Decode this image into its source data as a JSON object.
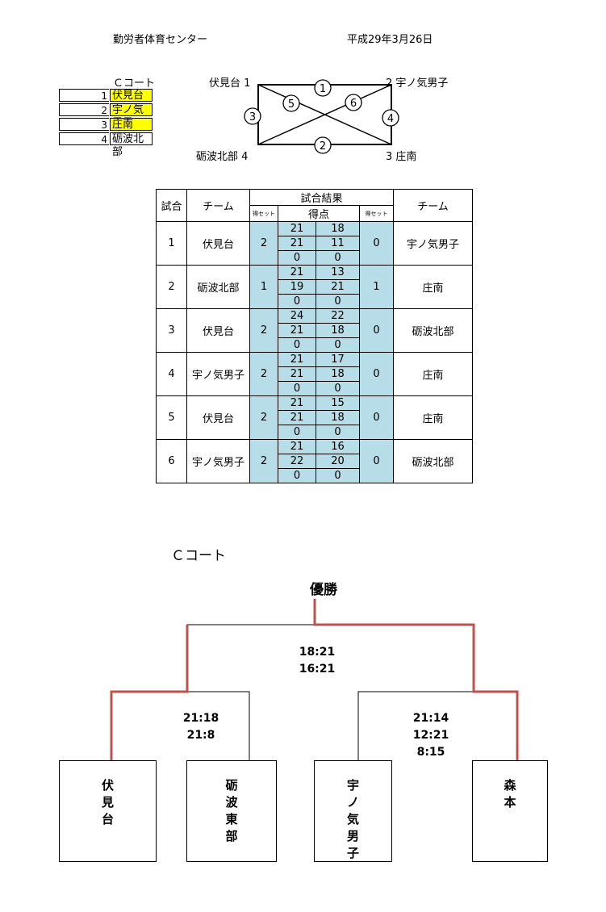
{
  "header": {
    "venue": "勤労者体育センター",
    "date": "平成29年3月26日"
  },
  "team_list": {
    "title": "Ｃコート",
    "teams": [
      {
        "num": "1",
        "name": "伏見台"
      },
      {
        "num": "2",
        "name": "宇ノ気男子"
      },
      {
        "num": "3",
        "name": "庄南"
      },
      {
        "num": "4",
        "name": "砺波北部"
      }
    ]
  },
  "diagram": {
    "corner_tl": "伏見台 1",
    "corner_tr": "2 宇ノ気男子",
    "corner_bl": "砺波北部 4",
    "corner_br": "3 庄南",
    "match_nums": [
      "1",
      "2",
      "3",
      "4",
      "5",
      "6"
    ]
  },
  "results": {
    "headers": {
      "match": "試合",
      "team": "チーム",
      "result": "試合結果",
      "sets": "得セット",
      "points": "得点"
    },
    "rows": [
      {
        "match": "1",
        "team_a": "伏見台",
        "sets_a": "2",
        "scores": [
          [
            "21",
            "18"
          ],
          [
            "21",
            "11"
          ],
          [
            "0",
            "0"
          ]
        ],
        "sets_b": "0",
        "team_b": "宇ノ気男子"
      },
      {
        "match": "2",
        "team_a": "砺波北部",
        "sets_a": "1",
        "scores": [
          [
            "21",
            "13"
          ],
          [
            "19",
            "21"
          ],
          [
            "0",
            "0"
          ]
        ],
        "sets_b": "1",
        "team_b": "庄南"
      },
      {
        "match": "3",
        "team_a": "伏見台",
        "sets_a": "2",
        "scores": [
          [
            "24",
            "22"
          ],
          [
            "21",
            "18"
          ],
          [
            "0",
            "0"
          ]
        ],
        "sets_b": "0",
        "team_b": "砺波北部"
      },
      {
        "match": "4",
        "team_a": "宇ノ気男子",
        "sets_a": "2",
        "scores": [
          [
            "21",
            "17"
          ],
          [
            "21",
            "18"
          ],
          [
            "0",
            "0"
          ]
        ],
        "sets_b": "0",
        "team_b": "庄南"
      },
      {
        "match": "5",
        "team_a": "伏見台",
        "sets_a": "2",
        "scores": [
          [
            "21",
            "15"
          ],
          [
            "21",
            "18"
          ],
          [
            "0",
            "0"
          ]
        ],
        "sets_b": "0",
        "team_b": "庄南"
      },
      {
        "match": "6",
        "team_a": "宇ノ気男子",
        "sets_a": "2",
        "scores": [
          [
            "21",
            "16"
          ],
          [
            "22",
            "20"
          ],
          [
            "0",
            "0"
          ]
        ],
        "sets_b": "0",
        "team_b": "砺波北部"
      }
    ]
  },
  "bracket": {
    "title": "Ｃコート",
    "champion": "優勝",
    "final_scores": [
      "18:21",
      "16:21"
    ],
    "semi_left_scores": [
      "21:18",
      "21:8"
    ],
    "semi_right_scores": [
      "21:14",
      "12:21",
      "8:15"
    ],
    "teams": [
      {
        "name": "伏\n見\n台"
      },
      {
        "name": "砺\n波\n東\n部"
      },
      {
        "name": "宇\nノ\n気\n男\n子"
      },
      {
        "name": "森\n本"
      }
    ],
    "winner_line_color": "#c0504d"
  }
}
